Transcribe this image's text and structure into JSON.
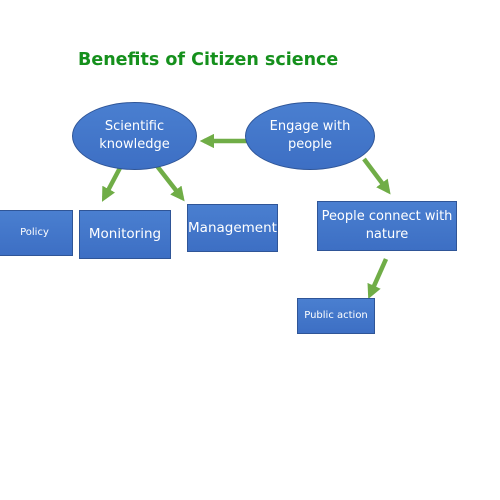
{
  "title": "Benefits of Citizen science",
  "nodes": {
    "scientific": {
      "label": "Scientific\nknowledge",
      "shape": "ellipse"
    },
    "engage": {
      "label": "Engage with\npeople",
      "shape": "ellipse"
    },
    "policy": {
      "label": "Policy",
      "shape": "rectangle"
    },
    "monitoring": {
      "label": "Monitoring",
      "shape": "rectangle"
    },
    "management": {
      "label": "Management",
      "shape": "rectangle"
    },
    "people_connect": {
      "label": "People connect with\nnature",
      "shape": "rectangle"
    },
    "public_action": {
      "label": "Public action",
      "shape": "rectangle"
    }
  },
  "edges": [
    {
      "from": "engage",
      "to": "scientific"
    },
    {
      "from": "scientific",
      "to": "monitoring"
    },
    {
      "from": "scientific",
      "to": "management"
    },
    {
      "from": "engage",
      "to": "people_connect"
    },
    {
      "from": "people_connect",
      "to": "public_action"
    }
  ],
  "colors": {
    "title": "#15901c",
    "node_fill": "#4472c4",
    "node_border": "#2f5597",
    "node_text": "#ffffff",
    "arrow": "#70ad47"
  }
}
